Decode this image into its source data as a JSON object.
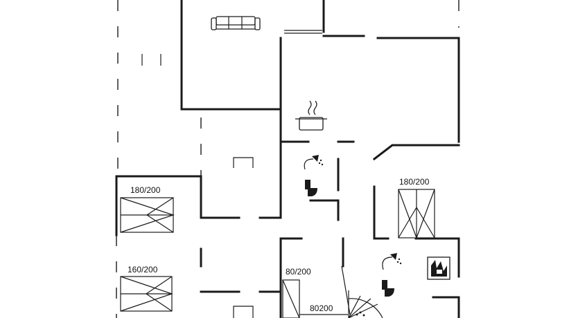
{
  "plan": {
    "beds": [
      {
        "label": "180/200"
      },
      {
        "label": "160/200"
      },
      {
        "label": "180/200"
      },
      {
        "label": "80/200"
      },
      {
        "label": "80200"
      }
    ],
    "icons": [
      "sofa-icon",
      "cooking-pot-icon",
      "shower-icon",
      "toilet-icon",
      "washing-machine-icon"
    ]
  }
}
